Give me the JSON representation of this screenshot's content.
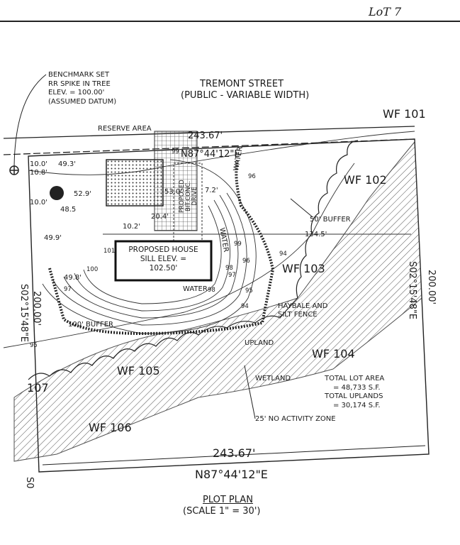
{
  "sheet": {
    "lot_label": "LoT 7"
  },
  "street": {
    "name": "TREMONT STREET",
    "type": "(PUBLIC - VARIABLE WIDTH)"
  },
  "benchmark": {
    "lines": [
      "BENCHMARK SET",
      "RR SPIKE IN TREE",
      "ELEV. = 100.00'",
      "(ASSUMED DATUM)"
    ]
  },
  "labels": {
    "reserve_area": "RESERVE AREA",
    "front_dim": "243.67'",
    "front_bearing": "N87°44'12\"E",
    "buffer_50": "50' BUFFER",
    "buffer_100": "100' BUFFER",
    "haybale": [
      "HAYBALE AND",
      "SILT FENCE"
    ],
    "upland": "UPLAND",
    "wetland": "WETLAND",
    "no_activity": "25' NO ACTIVITY ZONE",
    "water": "WATER",
    "rear_dim": "243.67'",
    "rear_bearing": "N87°44'12\"E",
    "right_dim": "200.00'",
    "right_bearing": "S02°15'48\"E",
    "left_dim": "200.00'",
    "left_bearing": "S02°15'48\"E",
    "left_bottom_fragment": "S0",
    "driveway": [
      "PROPOSED",
      "BIT.CONC.",
      "DRIVE"
    ]
  },
  "wetland_flags": [
    "WF 101",
    "WF 102",
    "WF 103",
    "WF 104",
    "WF 105",
    "WF 106",
    "107"
  ],
  "house": {
    "title": "PROPOSED HOUSE",
    "sill": "SILL ELEV. =",
    "elev": "102.50'"
  },
  "areas": {
    "lot_label": "TOTAL LOT AREA",
    "lot_value": "= 48,733 S.F.",
    "uplands_label": "TOTAL UPLANDS",
    "uplands_value": "= 30,174 S.F."
  },
  "dimensions": {
    "d1": "10.0'",
    "d2": "49.3'",
    "d3": "10.8'",
    "d4": "52.9'",
    "d5": "53.0'",
    "d6": "10.0'",
    "d7": "48.5",
    "d8": "20.4'",
    "d9": "10.2'",
    "d10": "49.9'",
    "d11": "134.5'",
    "d12": "49.8'",
    "d13": "7.2'"
  },
  "contours": [
    "99",
    "98",
    "97",
    "96",
    "95",
    "94",
    "101",
    "100",
    "94",
    "95",
    "96",
    "97",
    "98",
    "99"
  ],
  "title_block": {
    "title": "PLOT PLAN",
    "scale": "(SCALE 1\" = 30')"
  }
}
